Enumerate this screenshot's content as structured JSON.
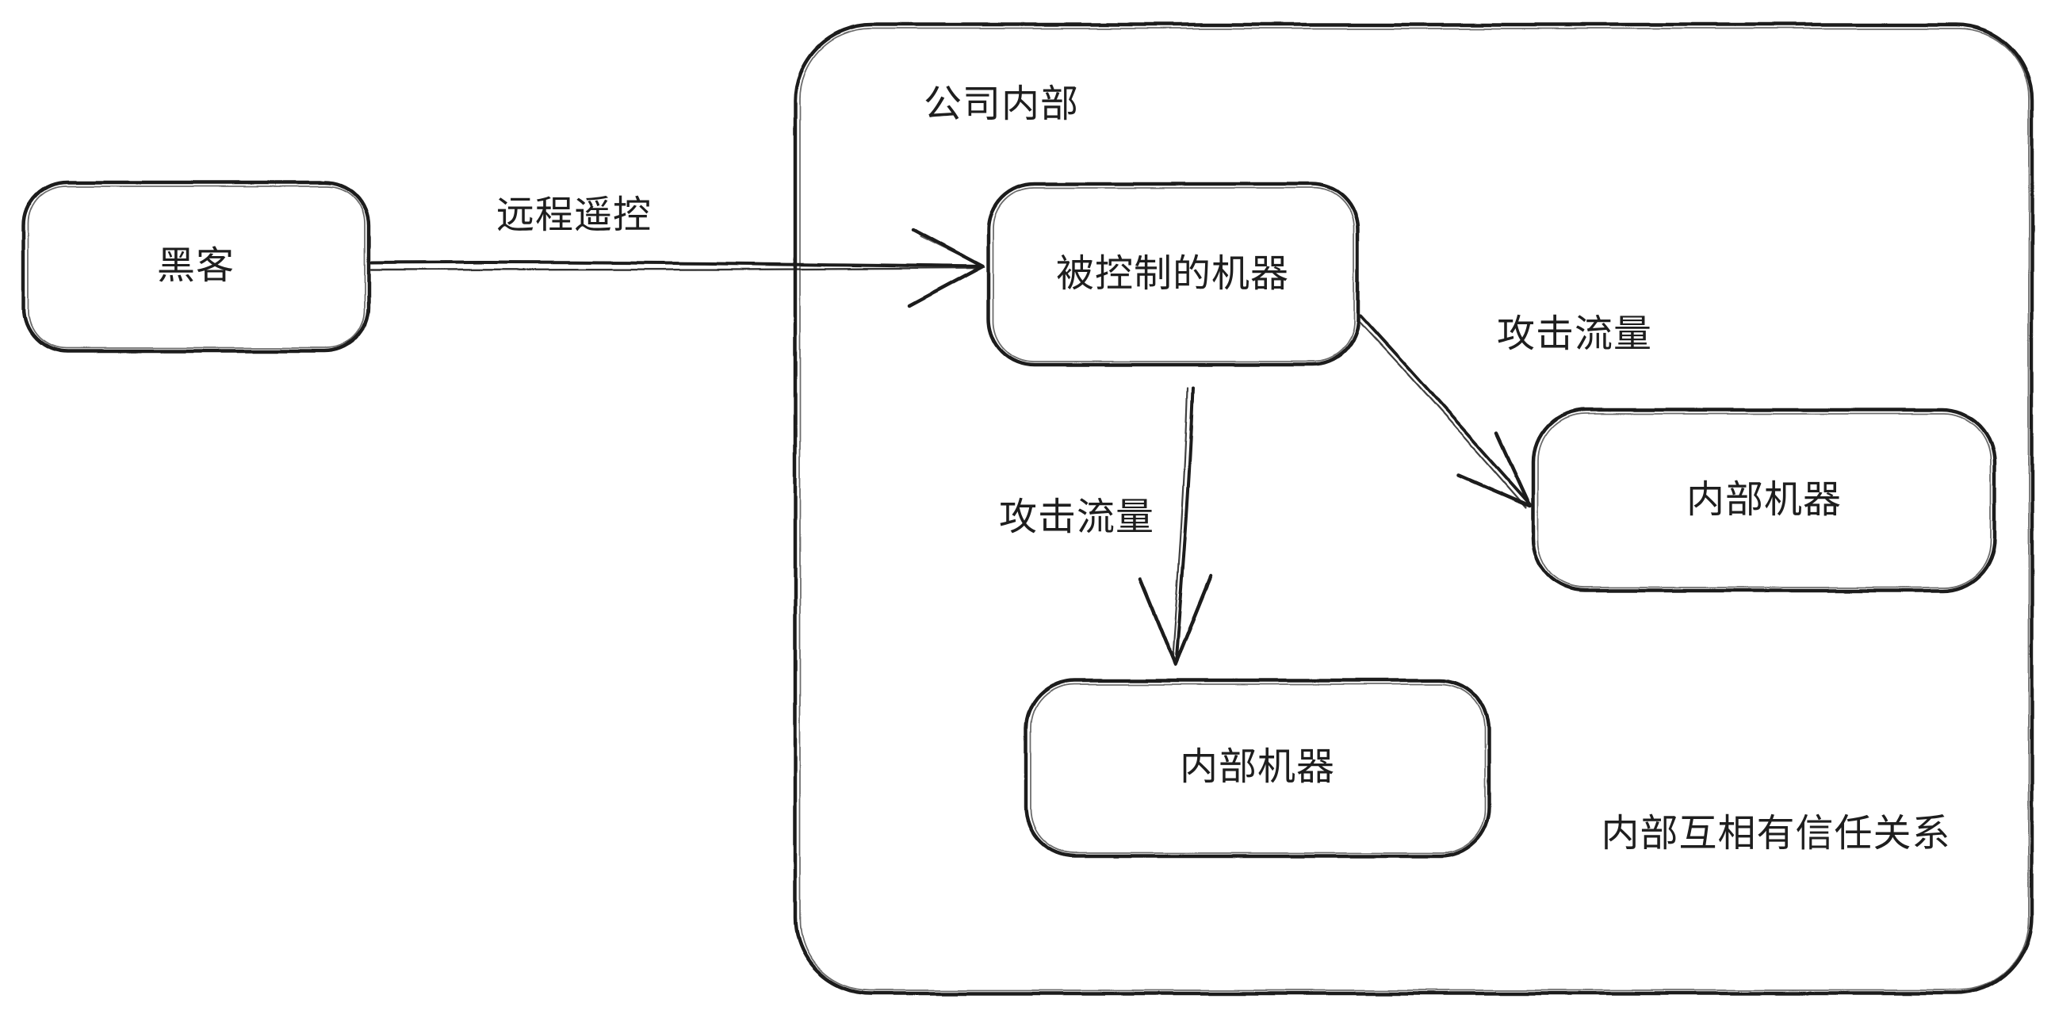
{
  "diagram": {
    "background": "#ffffff",
    "stroke_color": "#1e1e1e",
    "container": {
      "label": "公司内部"
    },
    "nodes": {
      "hacker": {
        "label": "黑客"
      },
      "controlled_machine": {
        "label": "被控制的机器"
      },
      "internal_machine_right": {
        "label": "内部机器"
      },
      "internal_machine_bottom": {
        "label": "内部机器"
      }
    },
    "edges": {
      "remote_control": {
        "label": "远程遥控"
      },
      "attack_traffic_right": {
        "label": "攻击流量"
      },
      "attack_traffic_down": {
        "label": "攻击流量"
      }
    },
    "annotation": "内部互相有信任关系"
  }
}
